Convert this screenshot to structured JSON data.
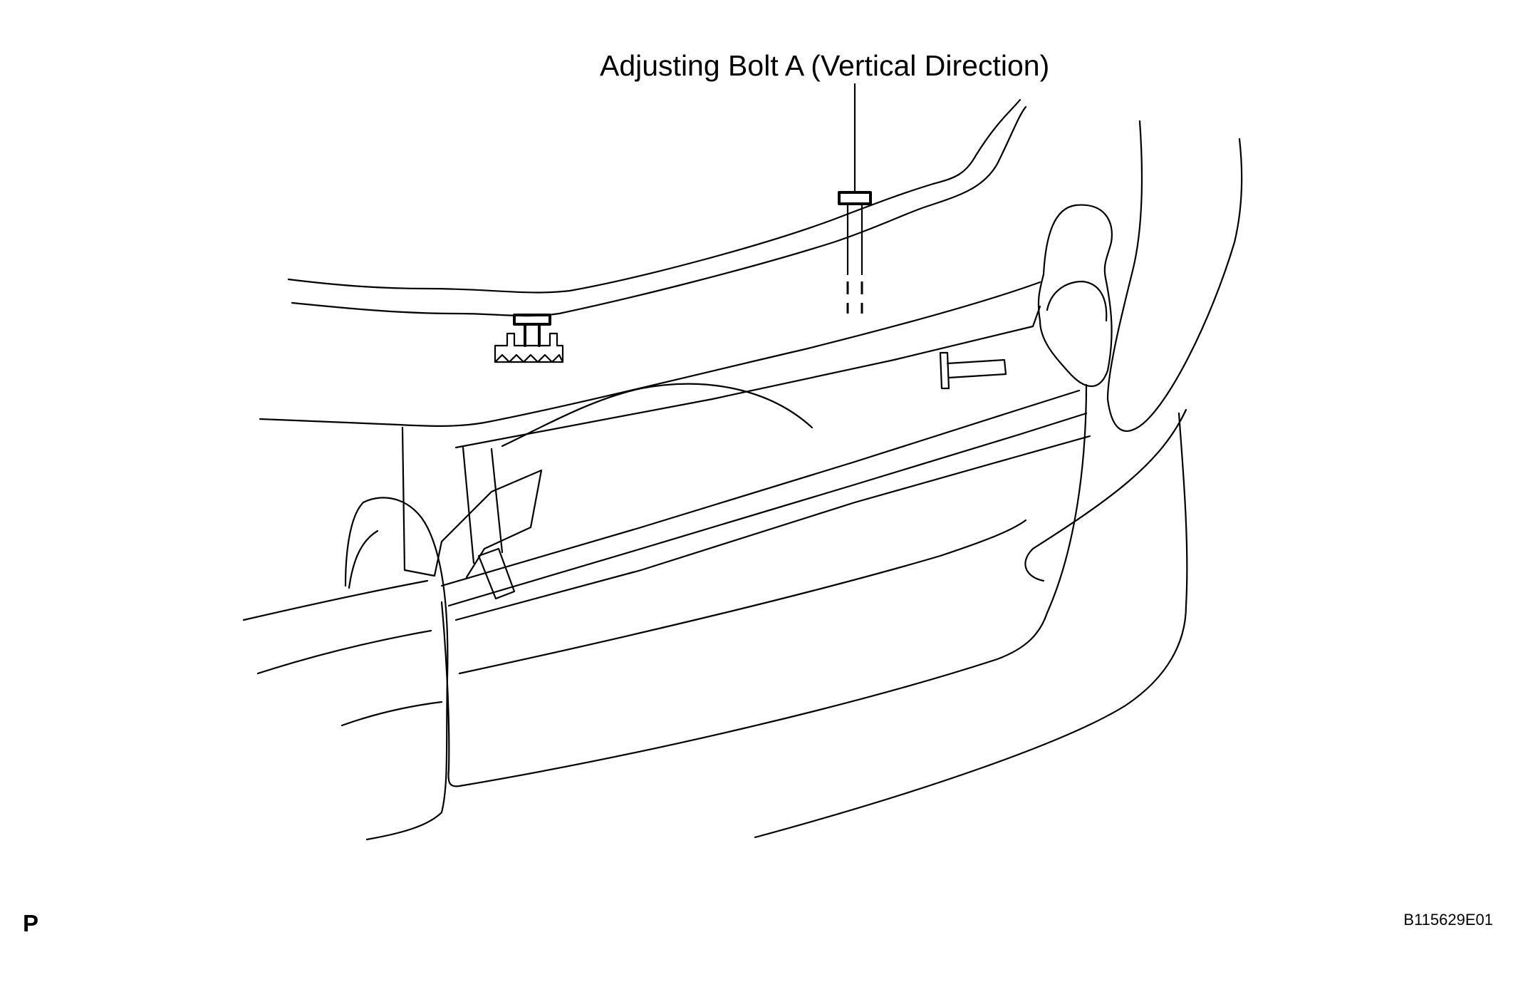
{
  "diagram": {
    "callout": {
      "label": "Adjusting Bolt A (Vertical Direction)"
    },
    "corner_label": "P",
    "figure_id": "B115629E01",
    "colors": {
      "line": "#000000",
      "background": "#ffffff"
    }
  }
}
